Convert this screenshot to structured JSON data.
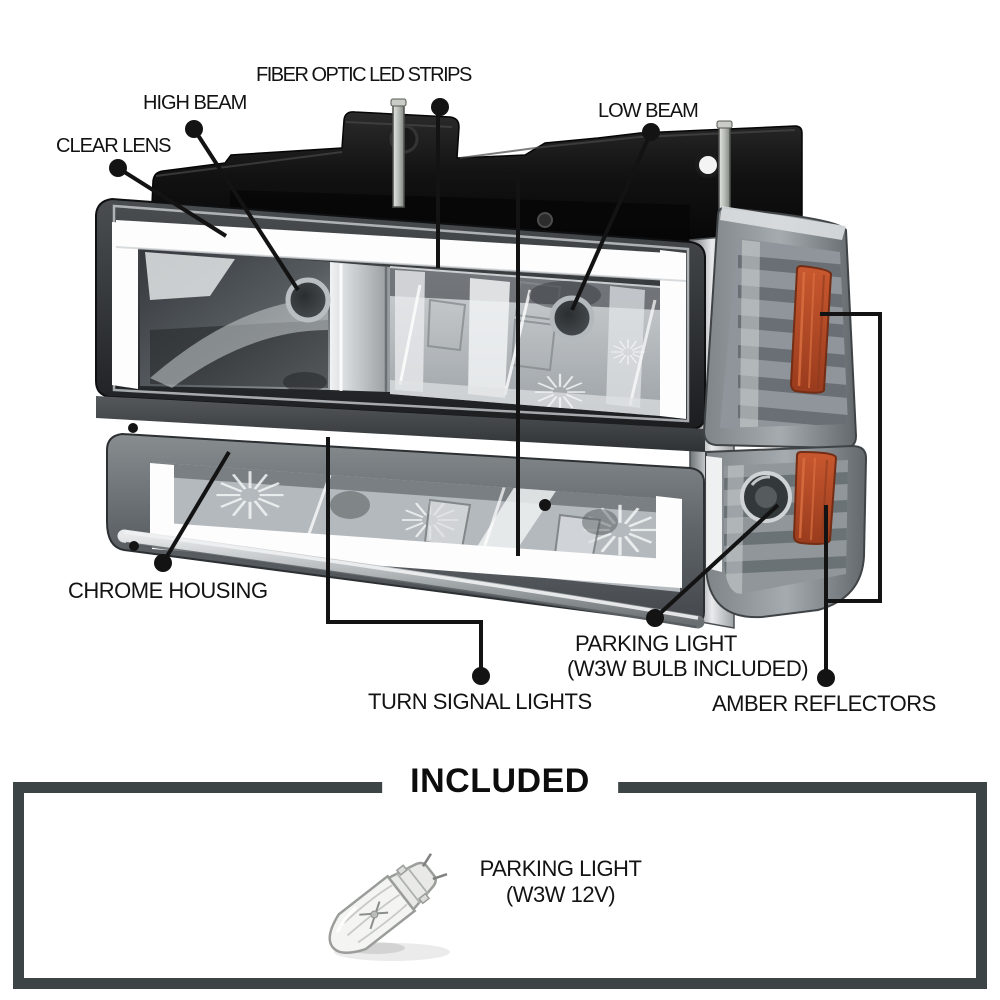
{
  "diagram": {
    "callouts": {
      "clear_lens": "CLEAR LENS",
      "high_beam": "HIGH BEAM",
      "fiber_optic_led_strips": "FIBER OPTIC LED STRIPS",
      "low_beam": "LOW BEAM",
      "chrome_housing": "CHROME HOUSING",
      "turn_signal_lights": "TURN SIGNAL LIGHTS",
      "parking_light_line1": "PARKING LIGHT",
      "parking_light_line2": "(W3W BULB INCLUDED)",
      "amber_reflectors": "AMBER REFLECTORS"
    }
  },
  "included_box": {
    "title": "INCLUDED",
    "item_line1": "PARKING LIGHT",
    "item_line2": "(W3W 12V)"
  },
  "colors": {
    "label_text": "#131313",
    "leader_line": "#131313",
    "included_border": "#3c4446",
    "amber_reflector": "#b34b28",
    "chrome": "#b5babd",
    "background": "#ffffff"
  }
}
